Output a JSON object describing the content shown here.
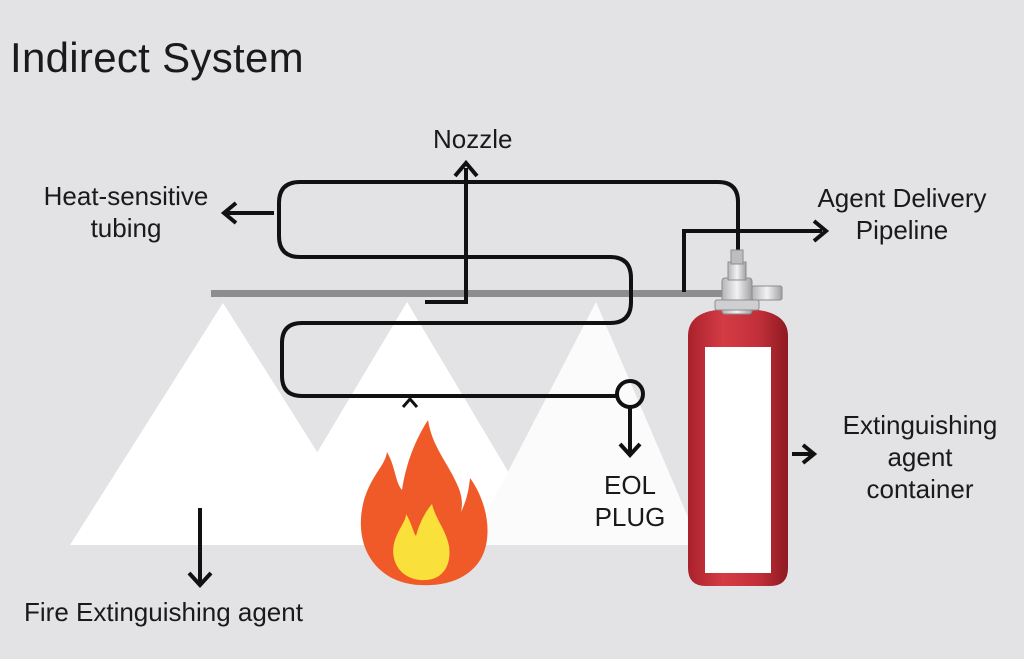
{
  "title": "Indirect System",
  "labels": {
    "nozzle": "Nozzle",
    "heat_tubing_line1": "Heat-sensitive",
    "heat_tubing_line2": "tubing",
    "pipeline_line1": "Agent Delivery",
    "pipeline_line2": "Pipeline",
    "container_line1": "Extinguishing",
    "container_line2": "agent",
    "container_line3": "container",
    "eol_line1": "EOL",
    "eol_line2": "PLUG",
    "agent": "Fire Extinguishing agent"
  },
  "colors": {
    "background": "#e3e3e5",
    "tubing": "#111111",
    "pipe": "#8d8d8f",
    "cylinder": "#c8323a",
    "flame_outer": "#f05a28",
    "flame_inner": "#f9e03a",
    "spray": "#ffffff"
  },
  "icons": [
    "arrow-icon",
    "flame-icon",
    "cylinder-icon",
    "nozzle-icon",
    "valve-icon"
  ]
}
